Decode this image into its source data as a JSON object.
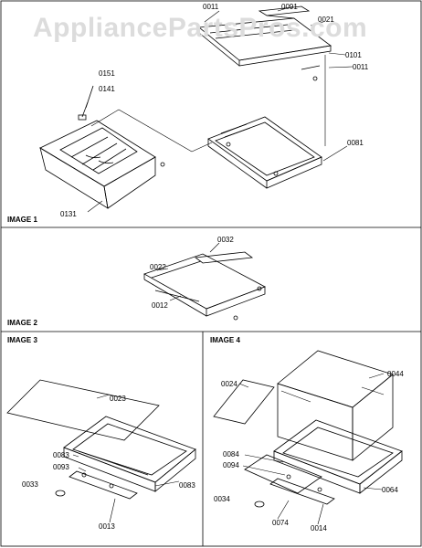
{
  "watermark": "AppliancePartsPros.com",
  "panels": {
    "image1": "IMAGE 1",
    "image2": "IMAGE 2",
    "image3": "IMAGE 3",
    "image4": "IMAGE 4"
  },
  "callouts": {
    "p0011a": "0011",
    "p0091": "0091",
    "p0021": "0021",
    "p0101": "0101",
    "p0011b": "0011",
    "p0151": "0151",
    "p0141": "0141",
    "p0081": "0081",
    "p0131": "0131",
    "p0032": "0032",
    "p0022": "0022",
    "p0012": "0012",
    "p0023": "0023",
    "p0083a": "0083",
    "p0093": "0093",
    "p0033": "0033",
    "p0083b": "0083",
    "p0013": "0013",
    "p0024": "0024",
    "p0044": "0044",
    "p0084": "0084",
    "p0094": "0094",
    "p0034": "0034",
    "p0074": "0074",
    "p0014": "0014",
    "p0064": "0064"
  }
}
